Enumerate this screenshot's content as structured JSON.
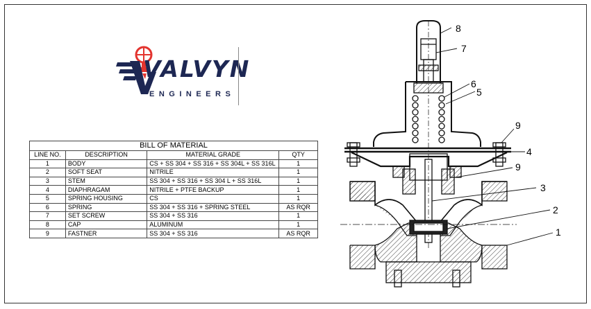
{
  "logo": {
    "wordmark": "VALVYN",
    "subtitle": "ENGINEERS",
    "brand_color": "#1d2753",
    "accent_color": "#e3342f"
  },
  "bom": {
    "title": "BILL OF MATERIAL",
    "headers": [
      "LINE NO.",
      "DESCRIPTION",
      "MATERIAL GRADE",
      "QTY"
    ],
    "rows": [
      {
        "line": "1",
        "description": "BODY",
        "material": "CS + SS 304 + SS 316 + SS 304L + SS 316L",
        "qty": "1"
      },
      {
        "line": "2",
        "description": "SOFT SEAT",
        "material": "NITRILE",
        "qty": "1"
      },
      {
        "line": "3",
        "description": "STEM",
        "material": "SS 304 + SS 316 + SS 304 L + SS 316L",
        "qty": "1"
      },
      {
        "line": "4",
        "description": "DIAPHRAGAM",
        "material": "NITRILE + PTFE BACKUP",
        "qty": "1"
      },
      {
        "line": "5",
        "description": "SPRING HOUSING",
        "material": "CS",
        "qty": "1"
      },
      {
        "line": "6",
        "description": "SPRING",
        "material": "SS 304 + SS 316 + SPRING STEEL",
        "qty": "AS RQR"
      },
      {
        "line": "7",
        "description": "SET SCREW",
        "material": "SS 304 + SS 316",
        "qty": "1"
      },
      {
        "line": "8",
        "description": "CAP",
        "material": "ALUMINUM",
        "qty": "1"
      },
      {
        "line": "9",
        "description": "FASTNER",
        "material": "SS 304 + SS 316",
        "qty": "AS RQR"
      }
    ]
  },
  "callouts": {
    "c8": "8",
    "c7": "7",
    "c6": "6",
    "c5": "5",
    "c9a": "9",
    "c4": "4",
    "c9b": "9",
    "c3": "3",
    "c2": "2",
    "c1": "1"
  }
}
